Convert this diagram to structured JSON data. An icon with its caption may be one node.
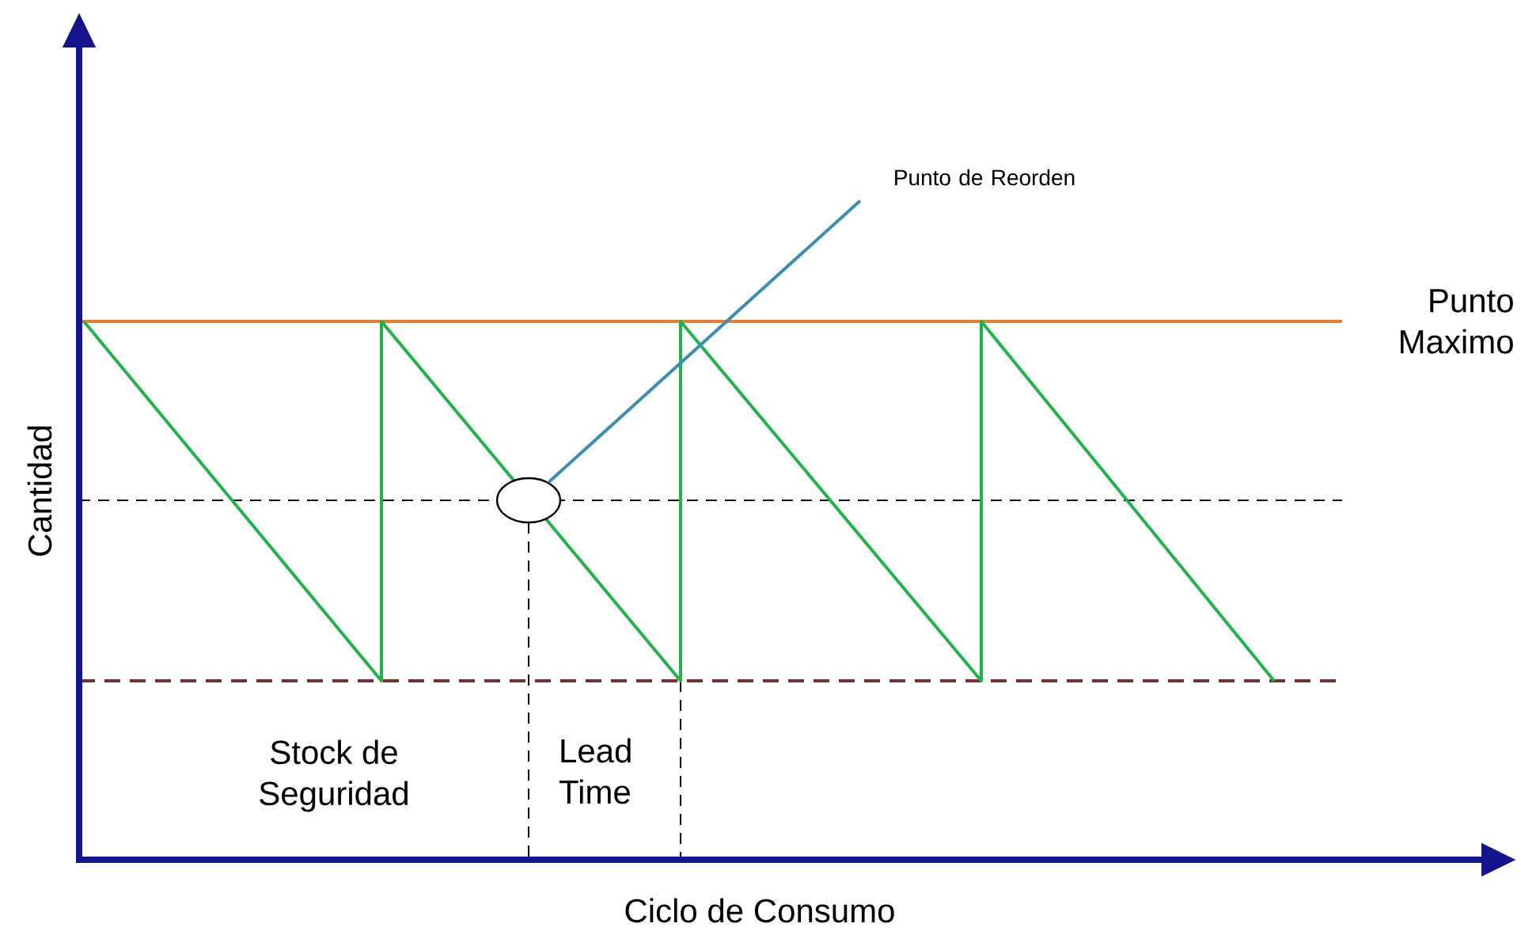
{
  "diagram": {
    "nodes": [
      {
        "text": [
          "Punto de Reorden"
        ]
      },
      {
        "text": [],
        "shape": "circle"
      }
    ],
    "edges": [
      {
        "from": 0,
        "to": 1,
        "arrow": "none",
        "color": "#3a8fb0"
      }
    ],
    "labels": [
      "Punto Maximo",
      "Cantidad",
      "Stock de Seguridad",
      "Lead Time",
      "Ciclo de Consumo"
    ]
  }
}
